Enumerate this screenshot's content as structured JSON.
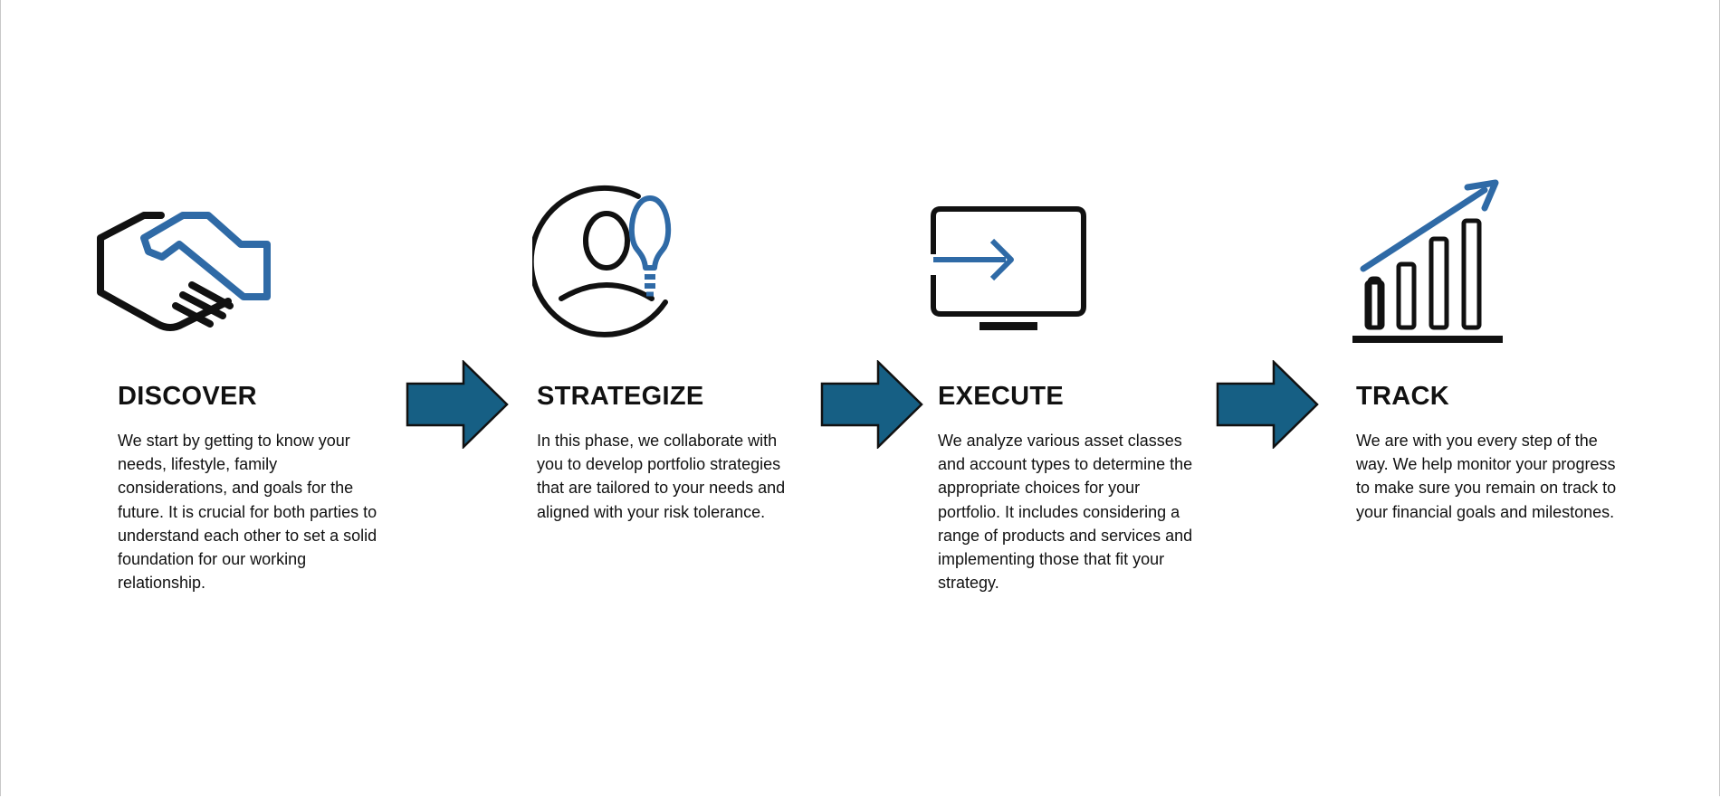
{
  "colors": {
    "accent": "#2f6aa6",
    "arrow": "#165f84",
    "ink": "#111111"
  },
  "steps": [
    {
      "icon": "handshake-icon",
      "title": "DISCOVER",
      "lines": [
        "We start by getting to know your",
        "needs, lifestyle, family",
        "considerations, and goals for the",
        "future. It is crucial for both parties to",
        "understand each other to set a solid",
        "foundation for our working",
        "relationship."
      ]
    },
    {
      "icon": "person-lightbulb-icon",
      "title": "STRATEGIZE",
      "lines": [
        "In this phase, we collaborate with",
        "you to develop portfolio strategies",
        "that are tailored to your needs and",
        "aligned with your risk tolerance."
      ]
    },
    {
      "icon": "monitor-arrow-icon",
      "title": "EXECUTE",
      "lines": [
        "We analyze various asset classes",
        "and account types to determine the",
        "appropriate choices for your",
        "portfolio. It includes considering a",
        "range of products and services and",
        "implementing those that fit your",
        "strategy."
      ]
    },
    {
      "icon": "growth-chart-icon",
      "title": "TRACK",
      "lines": [
        "We are with you every step of the",
        "way. We help monitor your progress",
        "to make sure you remain on track to",
        "your financial goals and milestones."
      ]
    }
  ]
}
